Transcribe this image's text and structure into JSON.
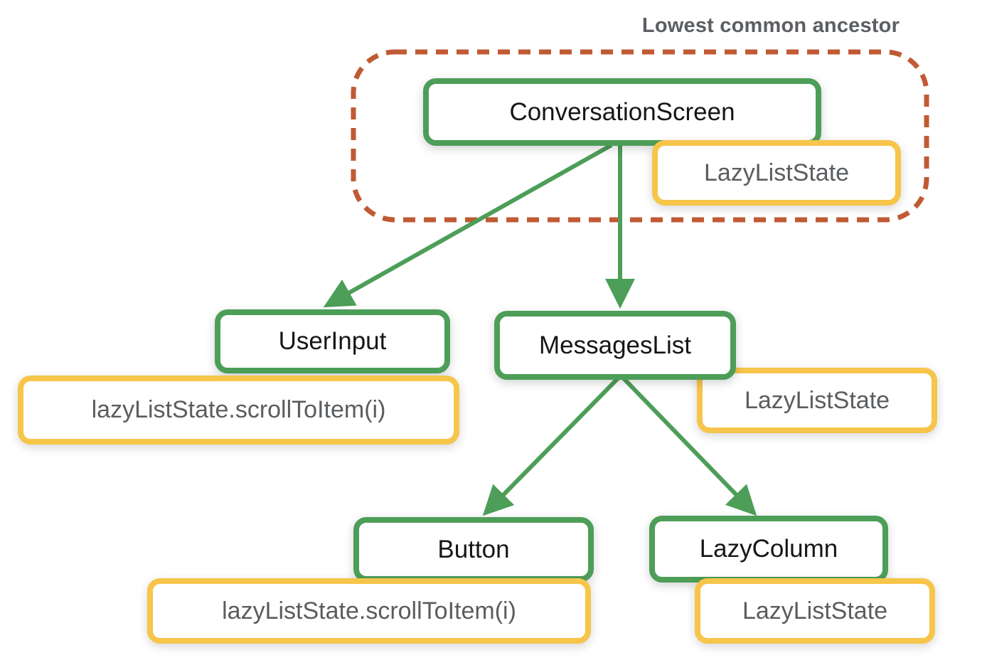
{
  "diagram": {
    "title": "Lowest common ancestor",
    "type": "tree",
    "nodes": [
      {
        "id": "conversation-screen",
        "label": "ConversationScreen",
        "state": "LazyListState",
        "inside_lowest_common_ancestor": true
      },
      {
        "id": "user-input",
        "label": "UserInput",
        "call": "lazyListState.scrollToItem(i)"
      },
      {
        "id": "messages-list",
        "label": "MessagesList",
        "state": "LazyListState"
      },
      {
        "id": "button",
        "label": "Button",
        "call": "lazyListState.scrollToItem(i)"
      },
      {
        "id": "lazy-column",
        "label": "LazyColumn",
        "state": "LazyListState"
      }
    ],
    "edges": [
      {
        "from": "conversation-screen",
        "to": "user-input"
      },
      {
        "from": "conversation-screen",
        "to": "messages-list"
      },
      {
        "from": "messages-list",
        "to": "button"
      },
      {
        "from": "messages-list",
        "to": "lazy-column"
      }
    ],
    "colors": {
      "node_border": "#4d9e58",
      "state_border": "#f6c54a",
      "arrow": "#4d9e58",
      "ancestor_outline": "#c05a33",
      "node_text": "#161616",
      "state_text": "#5a5d60",
      "title_text": "#5b5e62",
      "background": "#ffffff"
    }
  }
}
